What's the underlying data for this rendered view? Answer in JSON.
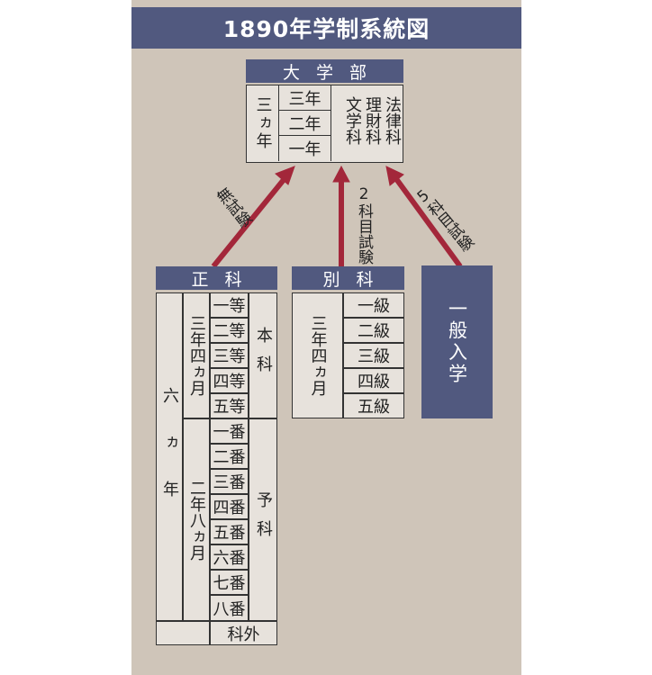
{
  "title": "1890年学制系統図",
  "colors": {
    "header": "#51597f",
    "arrow": "#a3273a",
    "background": "#cfc5b9"
  },
  "daigakubu": {
    "header": "大学部",
    "duration": "三ヵ年",
    "years": [
      "三年",
      "二年",
      "一年"
    ],
    "faculties": [
      "文学科",
      "理財科",
      "法律科"
    ]
  },
  "arrows": {
    "left_label": "無試験",
    "middle_label": "2科目試験",
    "right_label": "5科目試験"
  },
  "seika": {
    "header": "正 科",
    "total_duration": "六ヵ年",
    "honka": {
      "duration": "三年四ヵ月",
      "label": "本科",
      "grades": [
        "一等",
        "二等",
        "三等",
        "四等",
        "五等"
      ]
    },
    "yoka": {
      "duration": "二年八ヵ月",
      "label": "予科",
      "grades": [
        "一番",
        "二番",
        "三番",
        "四番",
        "五番",
        "六番",
        "七番",
        "八番"
      ]
    },
    "kagai": "科外"
  },
  "betsuka": {
    "header": "別 科",
    "duration": "三年四ヵ月",
    "grades": [
      "一級",
      "二級",
      "三級",
      "四級",
      "五級"
    ]
  },
  "ippan": "一般入学"
}
